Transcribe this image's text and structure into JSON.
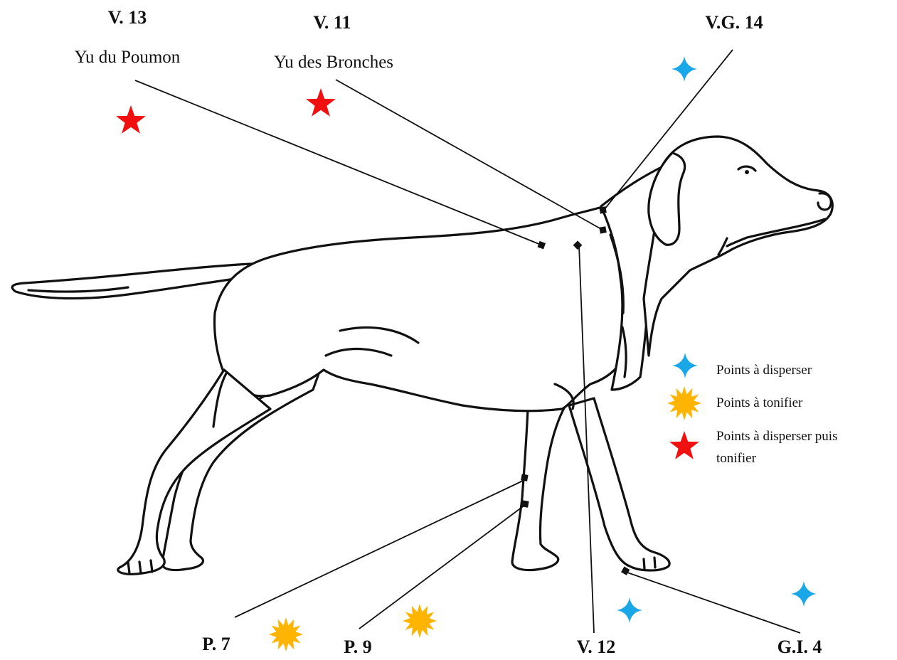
{
  "labels": {
    "v13": {
      "code": "V. 13",
      "name": "Yu du Poumon"
    },
    "v11": {
      "code": "V. 11",
      "name": "Yu des Bronches"
    },
    "vg14": {
      "code": "V.G. 14"
    },
    "p7": {
      "code": "P. 7"
    },
    "p9": {
      "code": "P. 9"
    },
    "v12": {
      "code": "V. 12"
    },
    "gi4": {
      "code": "G.I. 4"
    }
  },
  "legend": {
    "disperse": "Points à disperser",
    "tonify": "Points à tonifier",
    "disperse_then_tonify_line1": "Points à disperser puis",
    "disperse_then_tonify_line2": "tonifier"
  },
  "colors": {
    "disperse": "#1aa7e8",
    "tonify": "#ffb400",
    "disperse_then_tonify": "#f01010",
    "outline": "#111111"
  },
  "icons": {
    "disperse": "four-point-star-icon",
    "tonify": "sunburst-icon",
    "disperse_then_tonify": "five-point-star-icon",
    "acupoint": "square-marker-icon"
  }
}
